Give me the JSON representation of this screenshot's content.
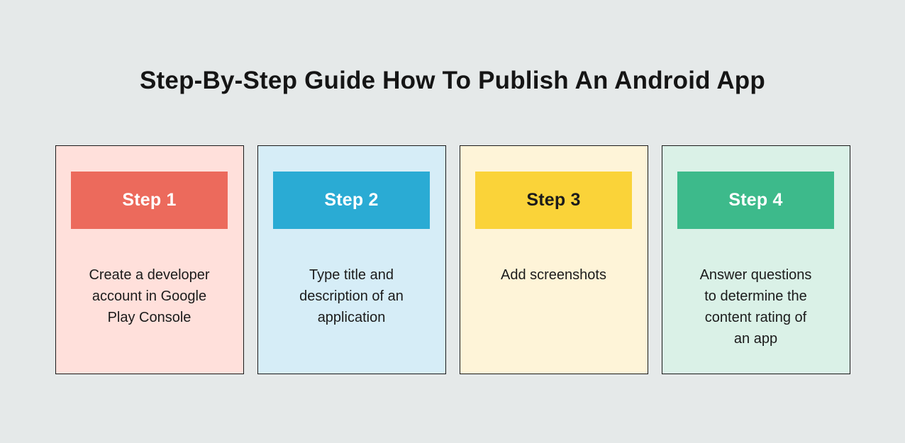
{
  "title": "Step-By-Step Guide How To Publish An Android App",
  "colors": {
    "page_background": "#E5E9E9",
    "card_border": "#1A1A1A",
    "title_text": "#151515",
    "body_text": "#1B1B1B"
  },
  "steps": [
    {
      "label": "Step 1",
      "description": "Create a developer\naccount in Google\nPlay Console",
      "card_color": "#FFE0DB",
      "header_color": "#EC6A5C",
      "header_text_color": "#FFFFFF"
    },
    {
      "label": "Step 2",
      "description": "Type title and\ndescription of an\napplication",
      "card_color": "#D6EDF7",
      "header_color": "#2AABD4",
      "header_text_color": "#FFFFFF"
    },
    {
      "label": "Step 3",
      "description": "Add screenshots",
      "card_color": "#FEF4D8",
      "header_color": "#FAD339",
      "header_text_color": "#1B1B1B"
    },
    {
      "label": "Step 4",
      "description": "Answer questions\nto determine the\ncontent rating of\nan app",
      "card_color": "#DAF1E7",
      "header_color": "#3DBA8B",
      "header_text_color": "#FFFFFF"
    }
  ]
}
